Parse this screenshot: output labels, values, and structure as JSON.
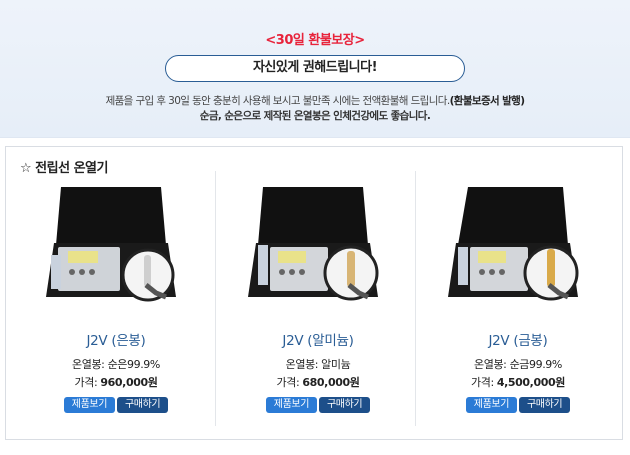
{
  "banner": {
    "guarantee": "<30일 환불보장>",
    "pill": "자신있게 권해드립니다!",
    "desc1_a": "제품을 구입 후 30일 동안 충분히 사용해 보시고 불만족 시에는 전액환불해 드립니다.",
    "desc1_b": "(환불보증서 발행)",
    "desc2": "순금, 순은으로 제작된 온열봉은 인체건강에도 좋습니다."
  },
  "section": {
    "title": "☆ 전립선 온열기"
  },
  "products": [
    {
      "name": "J2V (은봉)",
      "spec": "온열봉: 순은99.9%",
      "price_label": "가격:",
      "price": "960,000원",
      "view": "제품보기",
      "buy": "구매하기",
      "rod_color": "#cfcfcf"
    },
    {
      "name": "J2V (알미늄)",
      "spec": "온열봉: 알미늄",
      "price_label": "가격:",
      "price": "680,000원",
      "view": "제품보기",
      "buy": "구매하기",
      "rod_color": "#d8b575"
    },
    {
      "name": "J2V (금봉)",
      "spec": "온열봉: 순금99.9%",
      "price_label": "가격:",
      "price": "4,500,000원",
      "view": "제품보기",
      "buy": "구매하기",
      "rod_color": "#d9aa4a"
    }
  ]
}
